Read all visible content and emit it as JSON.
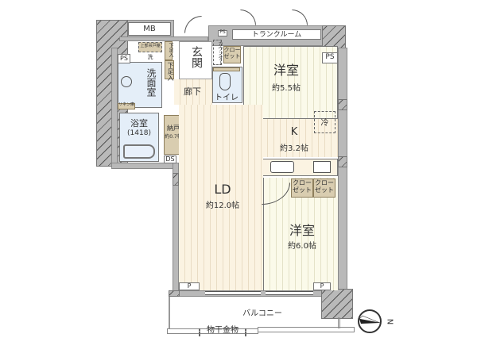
{
  "floorplan": {
    "rooms": {
      "western_room_1": {
        "name": "洋室",
        "area": "約5.5帖"
      },
      "kitchen": {
        "name": "K",
        "area": "約3.2帖"
      },
      "living_dining": {
        "name": "LD",
        "area": "約12.0帖"
      },
      "western_room_2": {
        "name": "洋室",
        "area": "約6.0帖"
      },
      "entrance": {
        "name": "玄関"
      },
      "washroom": {
        "name": "洗面室"
      },
      "bathroom": {
        "name": "浴室",
        "size": "(1418)"
      },
      "hallway": {
        "name": "廊下"
      },
      "toilet": {
        "name": "トイレ"
      },
      "storage": {
        "name": "納戸",
        "area": "約0.7帖"
      },
      "balcony": {
        "name": "バルコニー"
      }
    },
    "labels": {
      "mb": "MB",
      "ps_left": "PS",
      "ps_top": "PS",
      "ps_right": "PS",
      "ds": "DS",
      "trunk_room": "トランクルーム",
      "closet_room1": "クローゼット",
      "closet_room2a": "クローゼット",
      "closet_room2b": "クローゼット",
      "shoe_box_1": "下足入",
      "shoe_box_2": "下足入",
      "counter": "カウンター",
      "upper_cabinet_wash": "上部吊戸棚",
      "upper_cabinet_toilet": "上部吊戸棚",
      "wash": "洗",
      "linen": "リネン庫",
      "fridge": "冷",
      "p_left": "P",
      "p_right": "P",
      "laundry_rack": "物干金物",
      "compass_n": "N"
    },
    "colors": {
      "wall": "#b9b9b9",
      "wood_floor": "#fbf3e2",
      "room_floor": "#fbfaea",
      "wet_floor": "#e4eef8",
      "closet": "#d9cdb0"
    }
  }
}
